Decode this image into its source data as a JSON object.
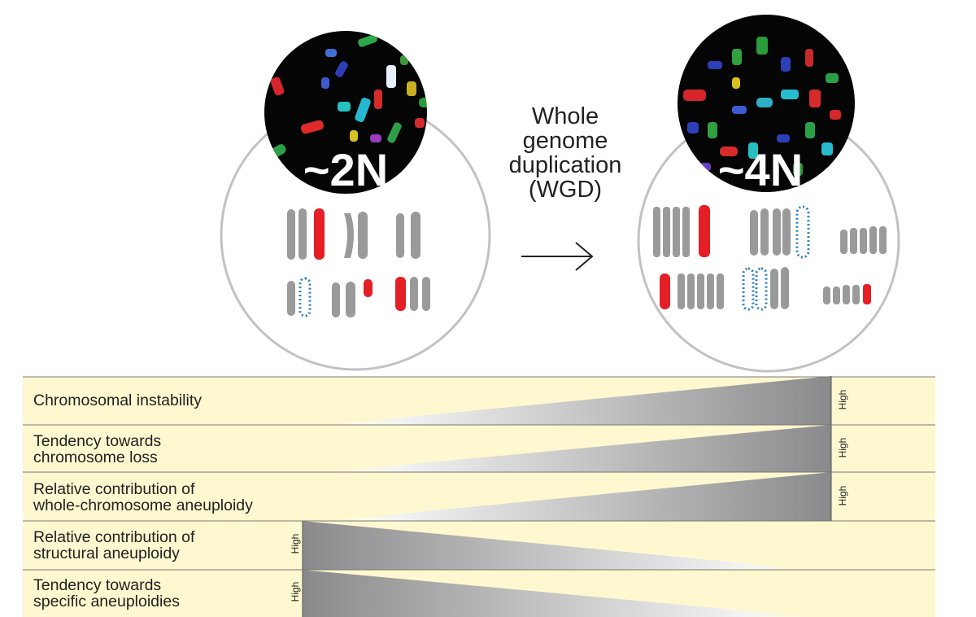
{
  "left_cell": {
    "ploidy_label": "~2N"
  },
  "right_cell": {
    "ploidy_label": "~4N"
  },
  "transition": {
    "label_lines": [
      "Whole",
      "genome",
      "duplication",
      "(WGD)"
    ]
  },
  "rows": [
    {
      "label_lines": [
        "Chromosomal instability"
      ],
      "high_label": "High",
      "trend": "increasing"
    },
    {
      "label_lines": [
        "Tendency towards",
        "chromosome loss"
      ],
      "high_label": "High",
      "trend": "increasing"
    },
    {
      "label_lines": [
        "Relative contribution of",
        "whole-chromosome aneuploidy"
      ],
      "high_label": "High",
      "trend": "increasing"
    },
    {
      "label_lines": [
        "Relative contribution of",
        "structural aneuploidy"
      ],
      "high_label": "High",
      "trend": "decreasing"
    },
    {
      "label_lines": [
        "Tendency towards",
        "specific aneuploidies"
      ],
      "high_label": "High",
      "trend": "decreasing"
    }
  ],
  "colors": {
    "panel_fill": "#fdf8cf",
    "wedge_dark": "#8a8a8c",
    "chromosome_gray": "#9a9a9a",
    "chromosome_red": "#e41f26",
    "dotted_blue": "#2a7fb8",
    "cell_outline": "#c2c2c2"
  }
}
